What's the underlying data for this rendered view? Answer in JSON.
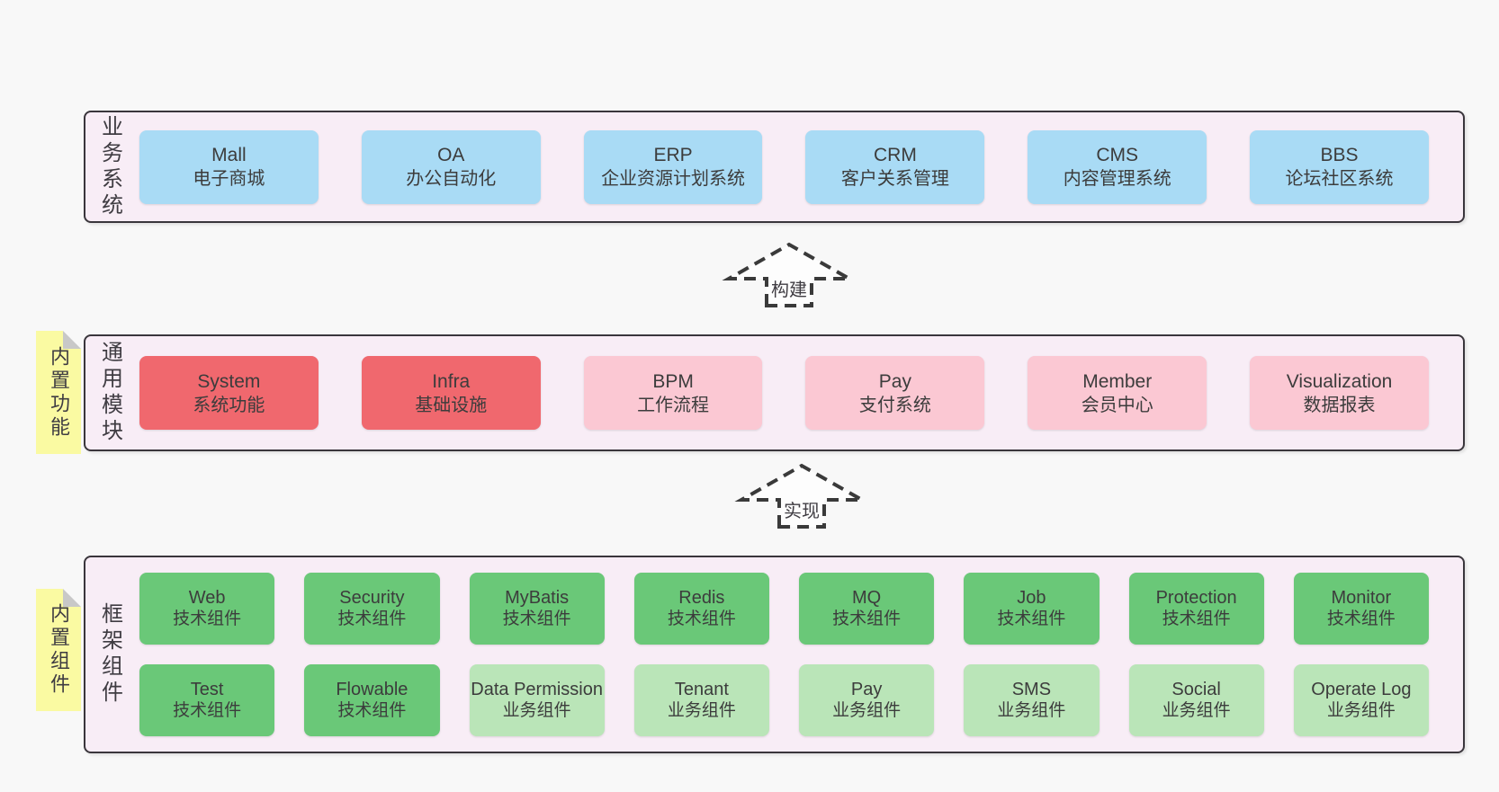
{
  "colors": {
    "page_bg": "#f8f8f8",
    "panel_bg": "#f8edf6",
    "panel_border": "#3a363c",
    "blue": "#a9dbf5",
    "red": "#f0686e",
    "pink": "#fbc8d3",
    "green": "#6ac878",
    "light_green": "#bae5b8",
    "note_yellow": "#fafaa2",
    "note_fold": "#c8c8c8",
    "text": "#3c3c3c",
    "arrow": "#3a3a3a"
  },
  "sections": {
    "business": {
      "label": "业务系统",
      "boxes": [
        {
          "name": "Mall",
          "desc": "电子商城"
        },
        {
          "name": "OA",
          "desc": "办公自动化"
        },
        {
          "name": "ERP",
          "desc": "企业资源计划系统"
        },
        {
          "name": "CRM",
          "desc": "客户关系管理"
        },
        {
          "name": "CMS",
          "desc": "内容管理系统"
        },
        {
          "name": "BBS",
          "desc": "论坛社区系统"
        }
      ]
    },
    "modules": {
      "label": "通用模块",
      "note": "内置功能",
      "boxes": [
        {
          "name": "System",
          "desc": "系统功能",
          "variant": "red"
        },
        {
          "name": "Infra",
          "desc": "基础设施",
          "variant": "red"
        },
        {
          "name": "BPM",
          "desc": "工作流程",
          "variant": "pink"
        },
        {
          "name": "Pay",
          "desc": "支付系统",
          "variant": "pink"
        },
        {
          "name": "Member",
          "desc": "会员中心",
          "variant": "pink"
        },
        {
          "name": "Visualization",
          "desc": "数据报表",
          "variant": "pink"
        }
      ]
    },
    "components": {
      "label": "框架组件",
      "note": "内置组件",
      "row1": [
        {
          "name": "Web",
          "desc": "技术组件",
          "variant": "green"
        },
        {
          "name": "Security",
          "desc": "技术组件",
          "variant": "green"
        },
        {
          "name": "MyBatis",
          "desc": "技术组件",
          "variant": "green"
        },
        {
          "name": "Redis",
          "desc": "技术组件",
          "variant": "green"
        },
        {
          "name": "MQ",
          "desc": "技术组件",
          "variant": "green"
        },
        {
          "name": "Job",
          "desc": "技术组件",
          "variant": "green"
        },
        {
          "name": "Protection",
          "desc": "技术组件",
          "variant": "green"
        },
        {
          "name": "Monitor",
          "desc": "技术组件",
          "variant": "green"
        }
      ],
      "row2": [
        {
          "name": "Test",
          "desc": "技术组件",
          "variant": "green"
        },
        {
          "name": "Flowable",
          "desc": "技术组件",
          "variant": "green"
        },
        {
          "name": "Data Permission",
          "desc": "业务组件",
          "variant": "light"
        },
        {
          "name": "Tenant",
          "desc": "业务组件",
          "variant": "light"
        },
        {
          "name": "Pay",
          "desc": "业务组件",
          "variant": "light"
        },
        {
          "name": "SMS",
          "desc": "业务组件",
          "variant": "light"
        },
        {
          "name": "Social",
          "desc": "业务组件",
          "variant": "light"
        },
        {
          "name": "Operate Log",
          "desc": "业务组件",
          "variant": "light"
        }
      ]
    }
  },
  "arrows": {
    "build": "构建",
    "implement": "实现"
  }
}
